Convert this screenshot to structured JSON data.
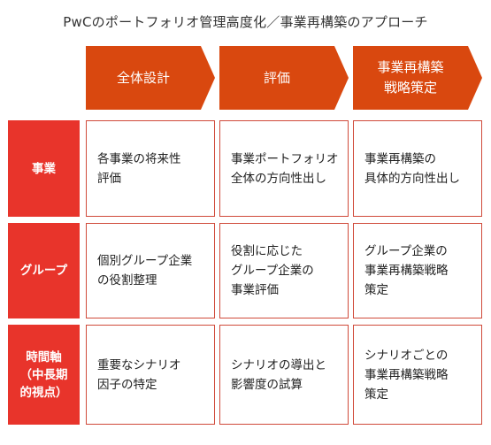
{
  "title": "PwCのポートフォリオ管理高度化／事業再構築のアプローチ",
  "colors": {
    "header_chevron": "#d9480f",
    "row_header": "#e8342b",
    "cell_border": "#d04a3a"
  },
  "columns": [
    {
      "label": "全体設計"
    },
    {
      "label": "評価"
    },
    {
      "label": "事業再構築\n戦略策定"
    }
  ],
  "rows": [
    {
      "label": "事業",
      "cells": [
        "各事業の将来性\n評価",
        "事業ポートフォリオ\n全体の方向性出し",
        "事業再構築の\n具体的方向性出し"
      ]
    },
    {
      "label": "グループ",
      "cells": [
        "個別グループ企業\nの役割整理",
        "役割に応じた\nグループ企業の\n事業評価",
        "グループ企業の\n事業再構築戦略\n策定"
      ]
    },
    {
      "label": "時間軸\n（中長期\n的視点）",
      "cells": [
        "重要なシナリオ\n因子の特定",
        "シナリオの導出と\n影響度の試算",
        "シナリオごとの\n事業再構築戦略\n策定"
      ]
    }
  ]
}
